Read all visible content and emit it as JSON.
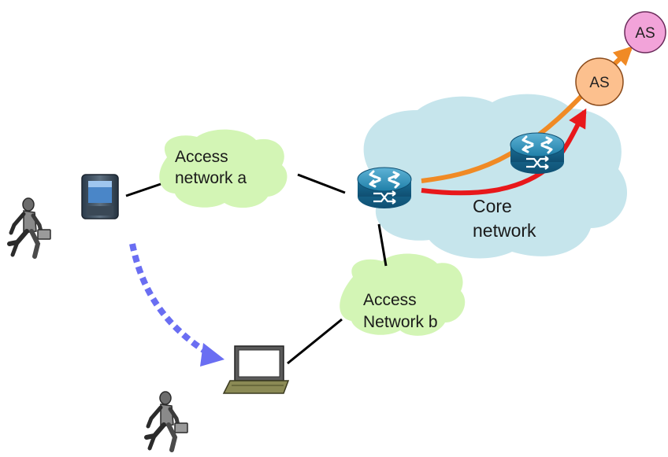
{
  "diagram": {
    "access_network_a": {
      "line1": "Access",
      "line2": "network a"
    },
    "access_network_b": {
      "line1": "Access",
      "line2": "Network b"
    },
    "core_network": {
      "line1": "Core",
      "line2": "network"
    },
    "as_orange": "AS",
    "as_pink": "AS"
  },
  "colors": {
    "access_cloud": "#d3f5b5",
    "core_cloud": "#c6e5ec",
    "as_orange": "#fcc08e",
    "as_pink": "#f2a3d9",
    "path_orange": "#f08a25",
    "path_red": "#e8181b",
    "handover_arrow": "#6a6ef2",
    "router": "#1f7fa8"
  },
  "icons": [
    "walking-person-icon",
    "smartphone-icon",
    "laptop-icon",
    "router-icon"
  ]
}
